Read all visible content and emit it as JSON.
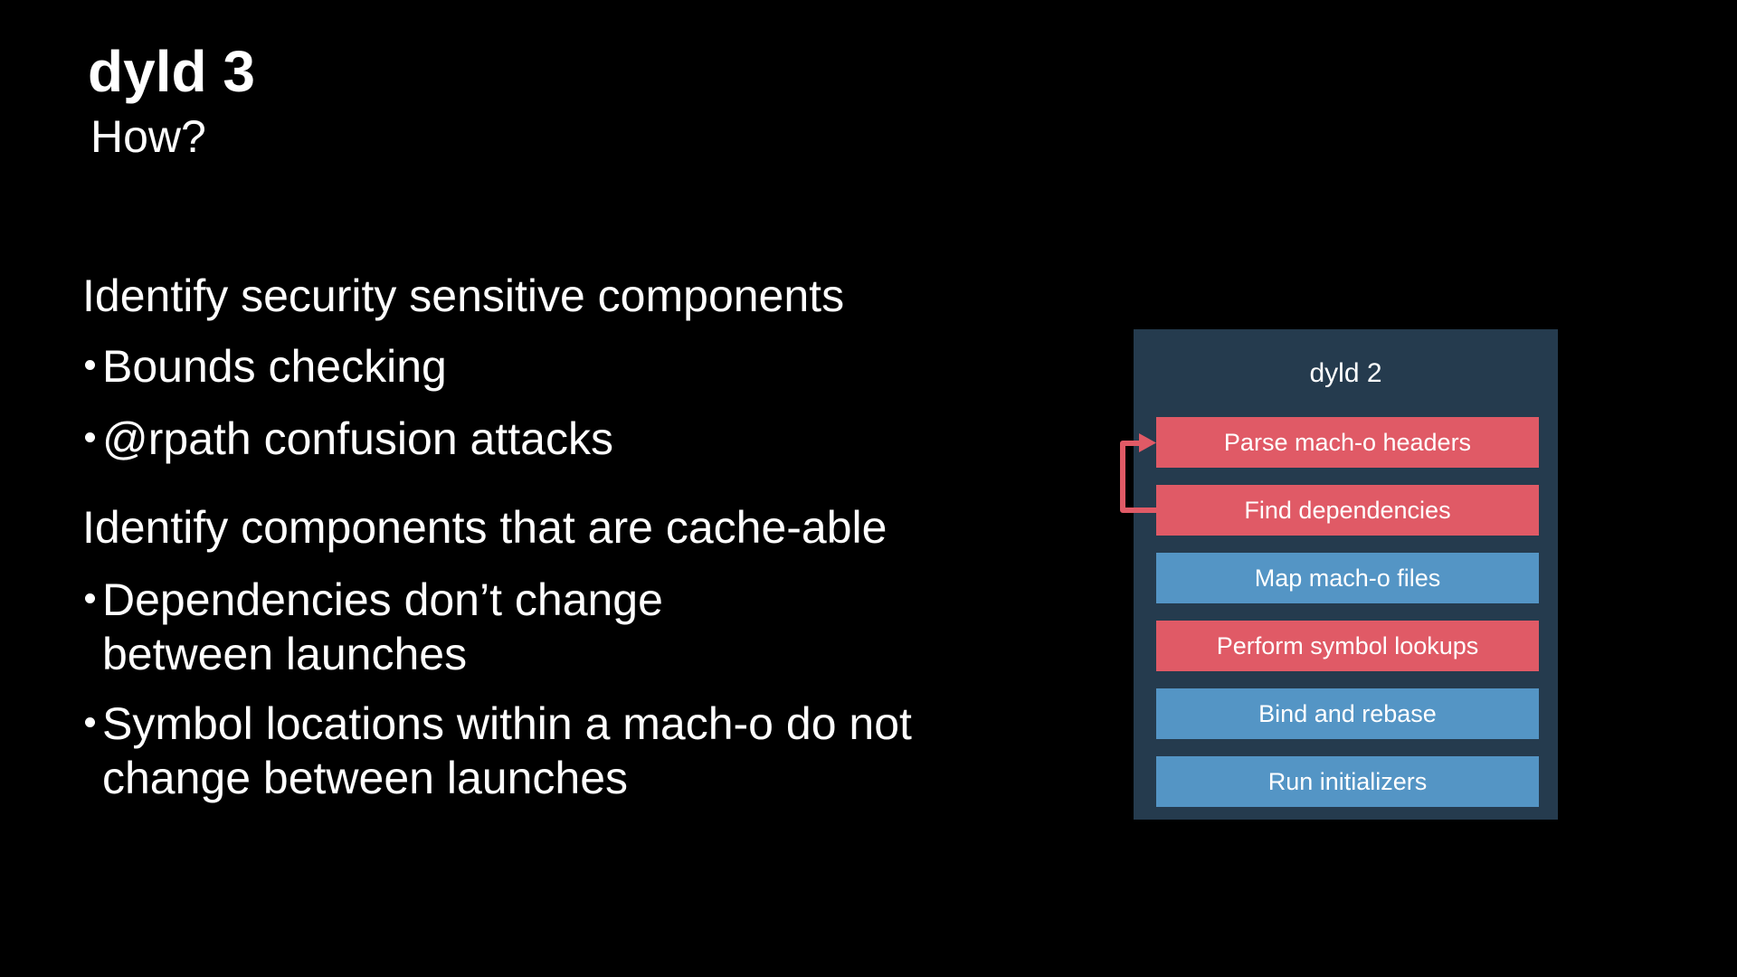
{
  "slide": {
    "title": "dyld 3",
    "subtitle": "How?",
    "sections": [
      {
        "heading": "Identify security sensitive components",
        "bullets": [
          "Bounds checking",
          "@rpath confusion attacks"
        ]
      },
      {
        "heading": "Identify components that are cache-able",
        "bullets": [
          "Dependencies don’t change\nbetween launches",
          "Symbol locations within a mach-o do not\nchange between launches"
        ]
      }
    ]
  },
  "diagram": {
    "title": "dyld 2",
    "steps": [
      {
        "label": "Parse mach-o headers",
        "category": "security"
      },
      {
        "label": "Find dependencies",
        "category": "security"
      },
      {
        "label": "Map mach-o files",
        "category": "cacheable"
      },
      {
        "label": "Perform symbol lookups",
        "category": "security"
      },
      {
        "label": "Bind and rebase",
        "category": "cacheable"
      },
      {
        "label": "Run initializers",
        "category": "cacheable"
      }
    ],
    "arrow_meaning": "loop from Find dependencies back to Parse mach-o headers",
    "colors": {
      "security": "#E05A66",
      "cacheable": "#5495C5",
      "panel": "#253B4E",
      "arrow": "#E05A66",
      "text": "#FFFFFF",
      "background": "#000000"
    }
  }
}
